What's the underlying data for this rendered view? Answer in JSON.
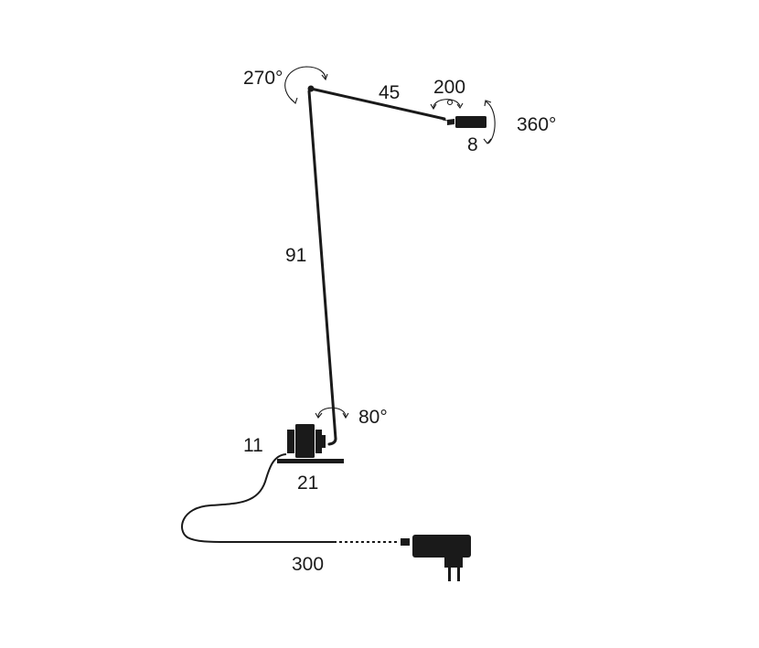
{
  "labels": {
    "rotation_top": "270°",
    "arm_length": "45",
    "head_rotation": "200",
    "head_swivel": "360°",
    "head_size": "8",
    "pole_length": "91",
    "base_rotation": "80°",
    "base_height": "11",
    "base_width": "21",
    "cable_length": "300"
  },
  "colors": {
    "ink": "#1a1a1a",
    "background": "#ffffff"
  }
}
